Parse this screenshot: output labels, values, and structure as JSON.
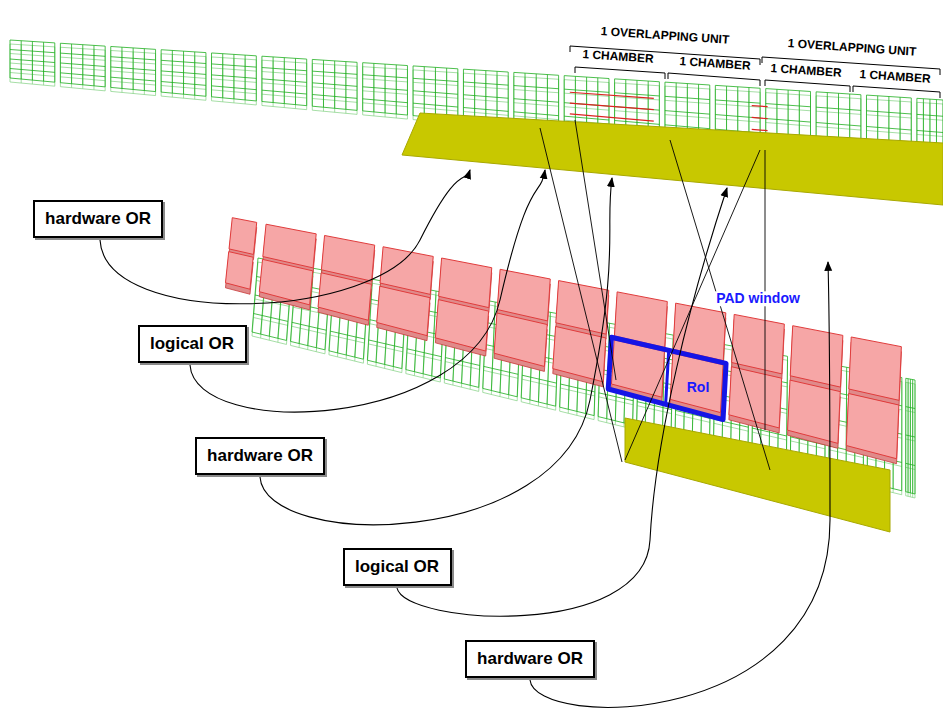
{
  "diagram": {
    "nodes": [
      {
        "text": [
          "hardware OR"
        ]
      },
      {
        "text": [
          "logical OR"
        ]
      },
      {
        "text": [
          "hardware OR"
        ]
      },
      {
        "text": [
          "logical OR"
        ]
      },
      {
        "text": [
          "hardware OR"
        ]
      }
    ],
    "labels": [
      "1 OVERLAPPING UNIT",
      "1 CHAMBER",
      "1 CHAMBER",
      "1 OVERLAPPING UNIT",
      "1 CHAMBER",
      "1 CHAMBER",
      "PAD window",
      "RoI"
    ]
  }
}
